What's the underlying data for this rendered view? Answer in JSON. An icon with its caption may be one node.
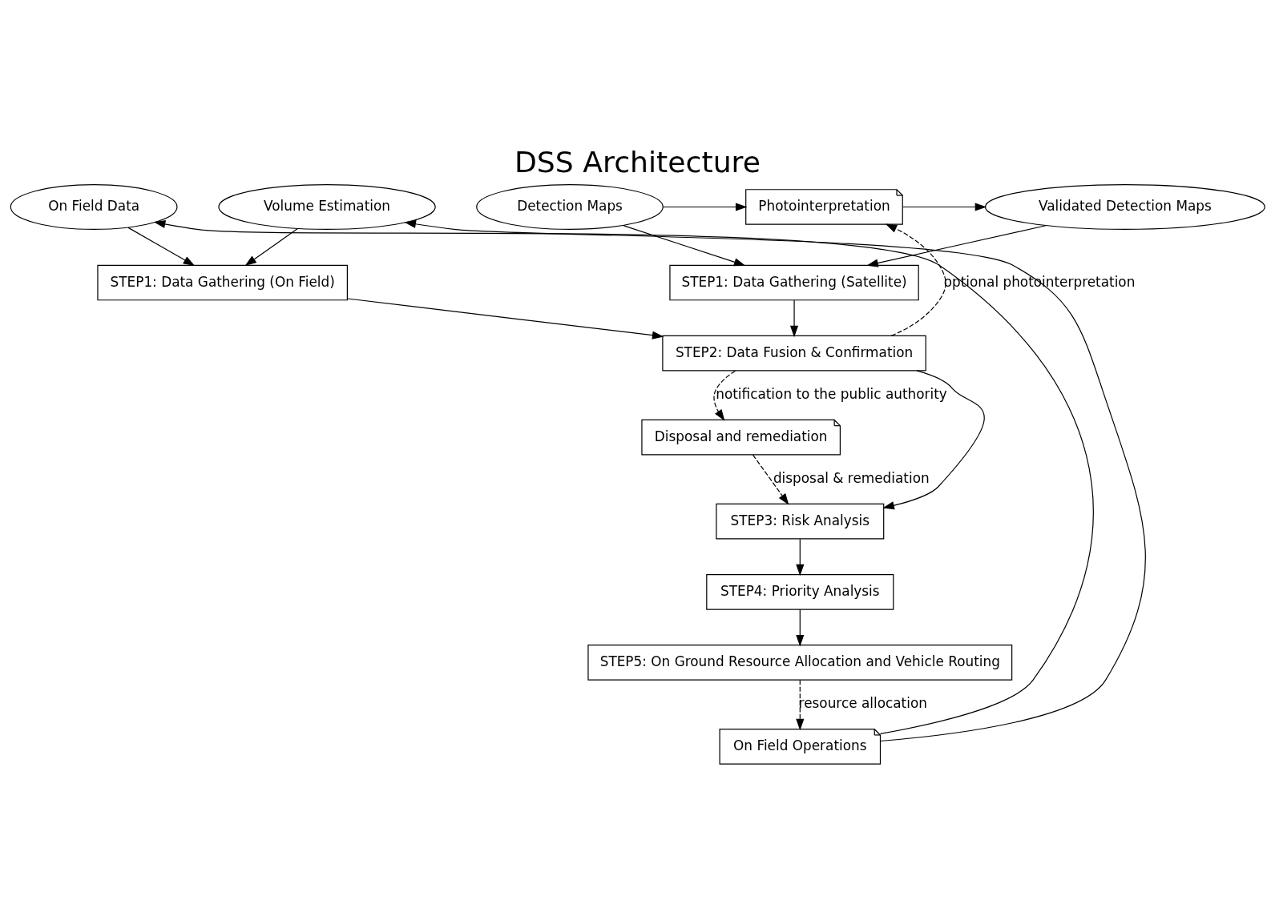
{
  "diagram": {
    "title": "DSS Architecture",
    "nodes": [
      {
        "text": [
          "Validated Detection Maps"
        ]
      },
      {
        "text": [
          "Photointerpretation"
        ]
      },
      {
        "text": [
          "Detection Maps"
        ]
      },
      {
        "text": [
          "STEP1: Data Gathering (Satellite)"
        ]
      },
      {
        "text": [
          "STEP2: Data Fusion & Confirmation"
        ]
      },
      {
        "text": [
          "Disposal and remediation"
        ]
      },
      {
        "text": [
          "STEP3: Risk Analysis"
        ]
      },
      {
        "text": [
          "On Field Data"
        ]
      },
      {
        "text": [
          "Volume Estimation"
        ]
      },
      {
        "text": [
          "STEP1: Data Gathering (On Field)"
        ]
      },
      {
        "text": [
          "STEP4: Priority Analysis"
        ]
      },
      {
        "text": [
          "STEP5: On Ground Resource Allocation and Vehicle Routing"
        ]
      },
      {
        "text": [
          "On Field Operations"
        ]
      }
    ],
    "edges": [
      {
        "from": 2,
        "to": 1,
        "arrow": "to"
      },
      {
        "from": 1,
        "to": 0,
        "arrow": "to"
      },
      {
        "from": 2,
        "to": 3,
        "arrow": "to"
      },
      {
        "from": 0,
        "to": 3,
        "arrow": "to"
      },
      {
        "from": 3,
        "to": 4,
        "arrow": "to"
      },
      {
        "from": 9,
        "to": 4,
        "arrow": "to"
      },
      {
        "from": 7,
        "to": 9,
        "arrow": "to"
      },
      {
        "from": 8,
        "to": 9,
        "arrow": "to"
      },
      {
        "from": 4,
        "to": 6,
        "arrow": "to"
      },
      {
        "from": 4,
        "to": 1,
        "arrow": "to",
        "style": "dashed",
        "label": "optional photointerpretation"
      },
      {
        "from": 4,
        "to": 5,
        "arrow": "to",
        "style": "dashed",
        "label": "notification to the public authority"
      },
      {
        "from": 5,
        "to": 6,
        "arrow": "to",
        "style": "dashed",
        "label": "disposal & remediation"
      },
      {
        "from": 6,
        "to": 10,
        "arrow": "to"
      },
      {
        "from": 10,
        "to": 11,
        "arrow": "to"
      },
      {
        "from": 11,
        "to": 12,
        "arrow": "to",
        "style": "dashed",
        "label": "resource allocation"
      },
      {
        "from": 12,
        "to": 7,
        "arrow": "to"
      },
      {
        "from": 12,
        "to": 8,
        "arrow": "to"
      }
    ]
  }
}
